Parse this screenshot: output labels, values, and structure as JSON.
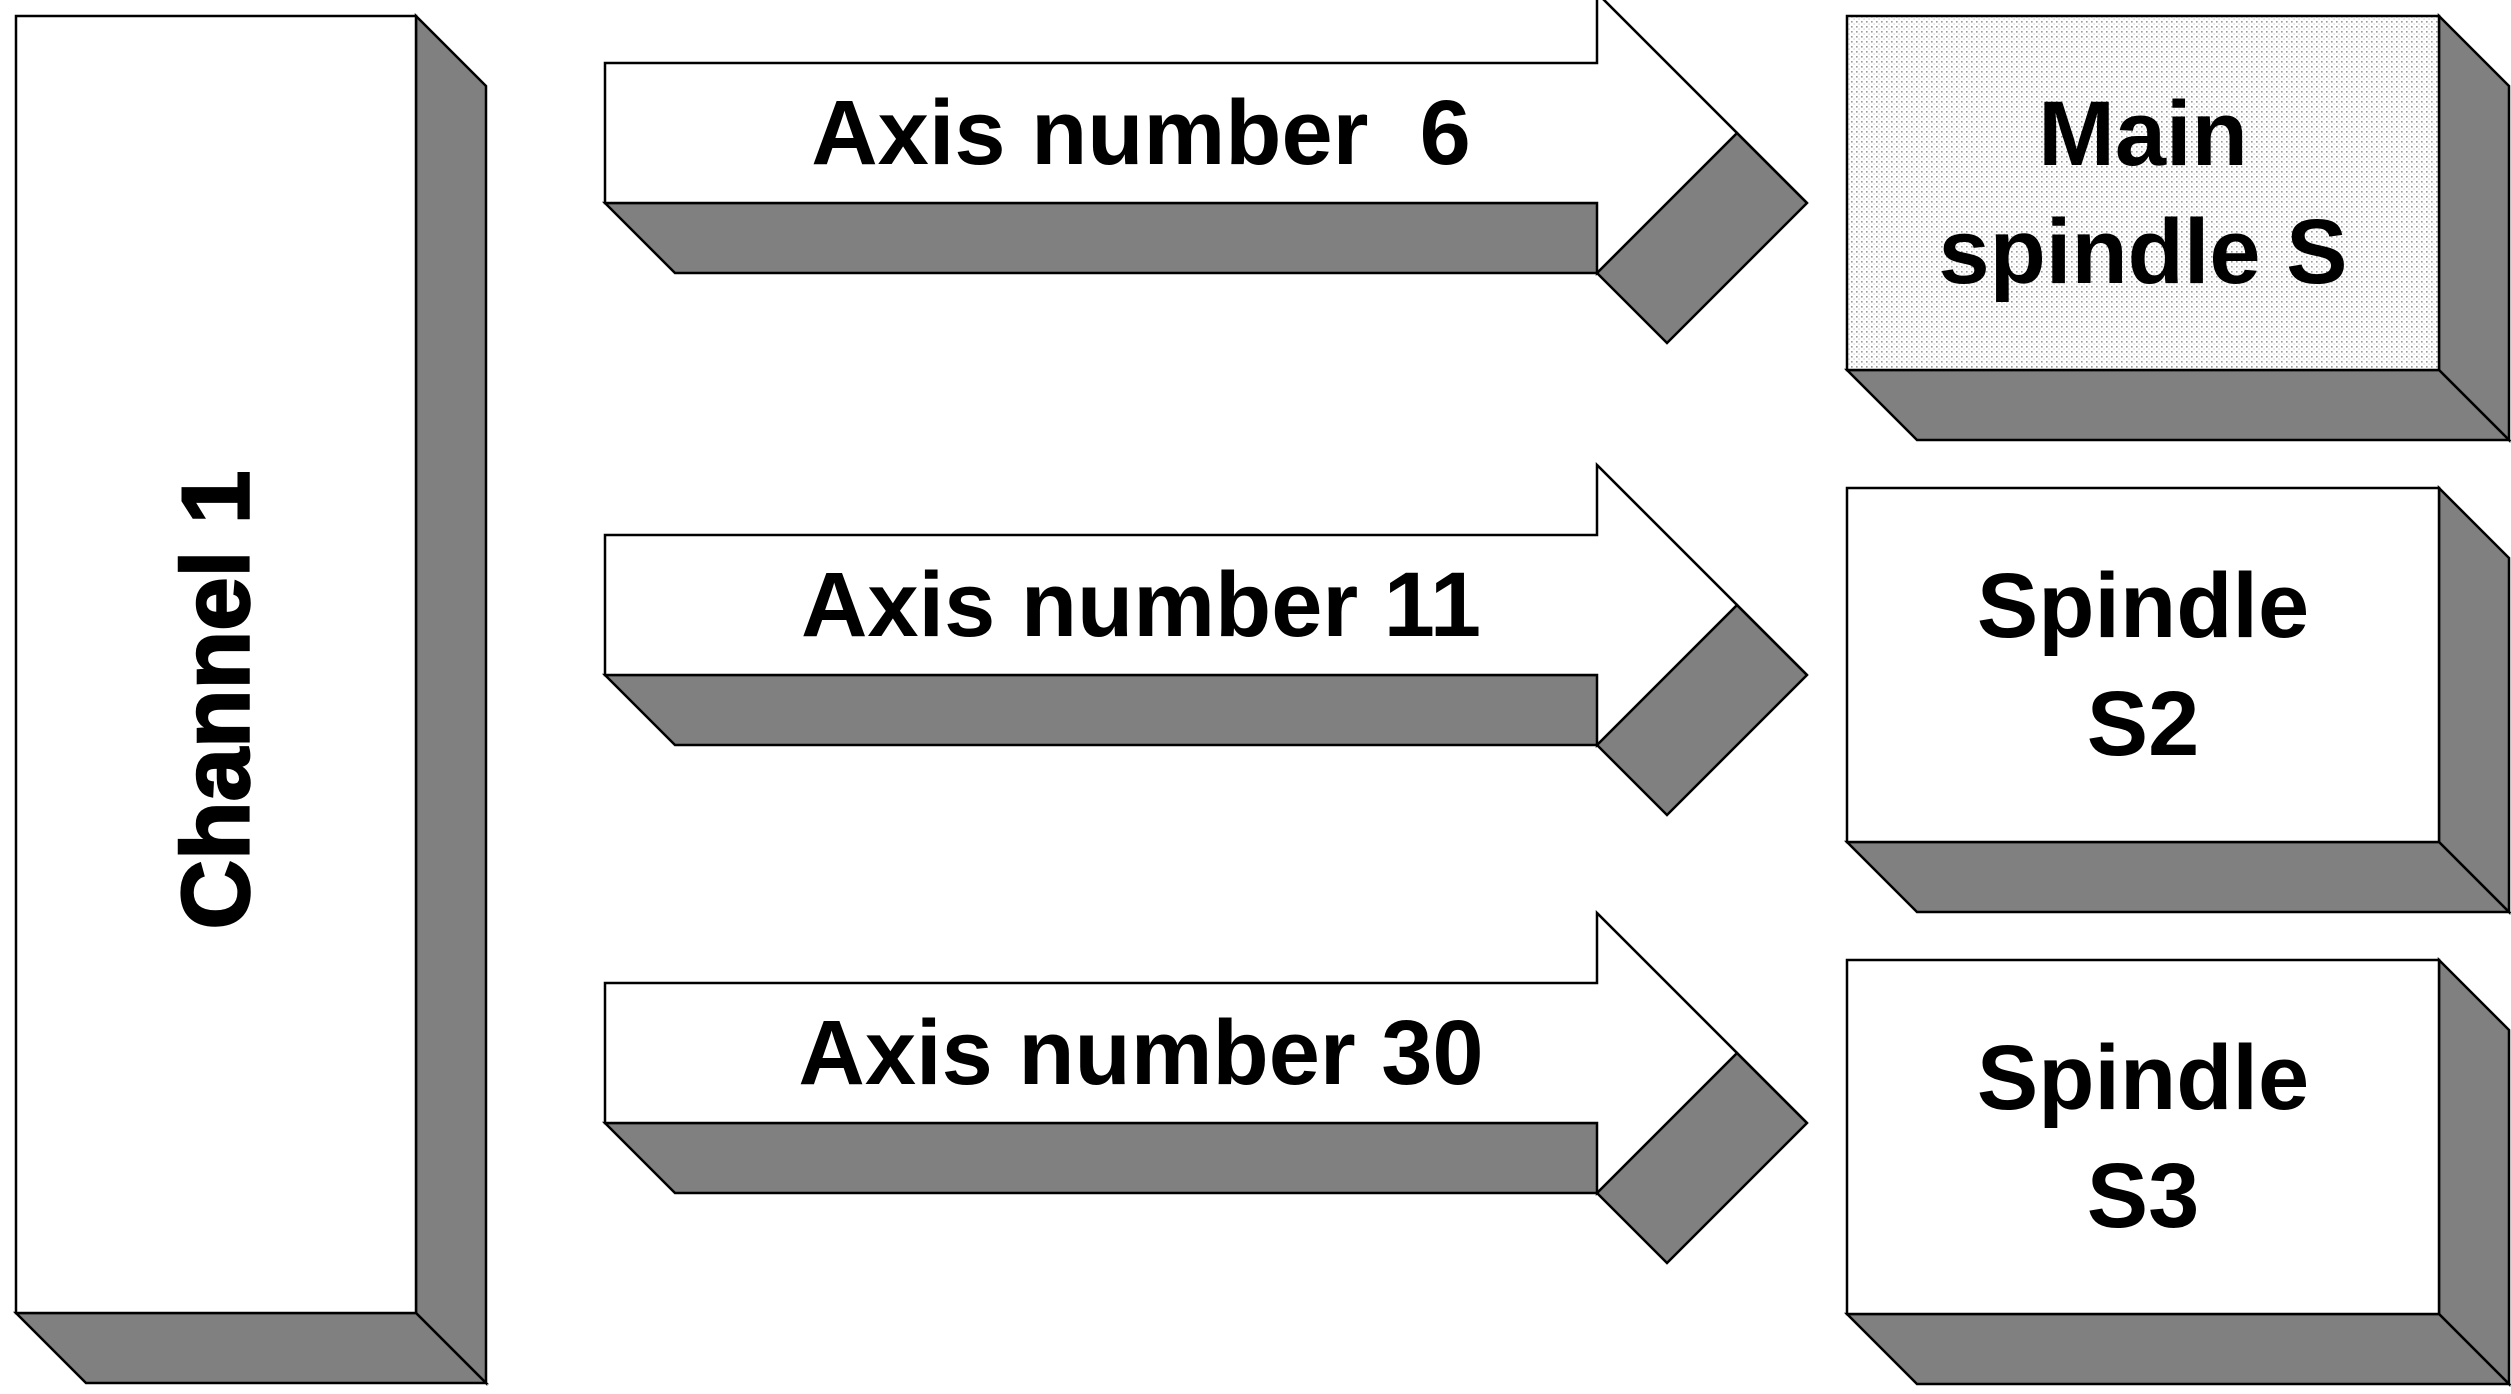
{
  "channel": {
    "label": "Channel 1"
  },
  "mappings": [
    {
      "axis_label": "Axis number  6",
      "spindle_lines": [
        "Main",
        "spindle S"
      ],
      "spindle_fill": "dotted"
    },
    {
      "axis_label": "Axis number 11",
      "spindle_lines": [
        "Spindle",
        "S2"
      ],
      "spindle_fill": "plain"
    },
    {
      "axis_label": "Axis number 30",
      "spindle_lines": [
        "Spindle",
        "S3"
      ],
      "spindle_fill": "plain"
    }
  ],
  "colors": {
    "face": "#ffffff",
    "shadow": "#808080",
    "outline": "#000000",
    "text": "#000000"
  }
}
